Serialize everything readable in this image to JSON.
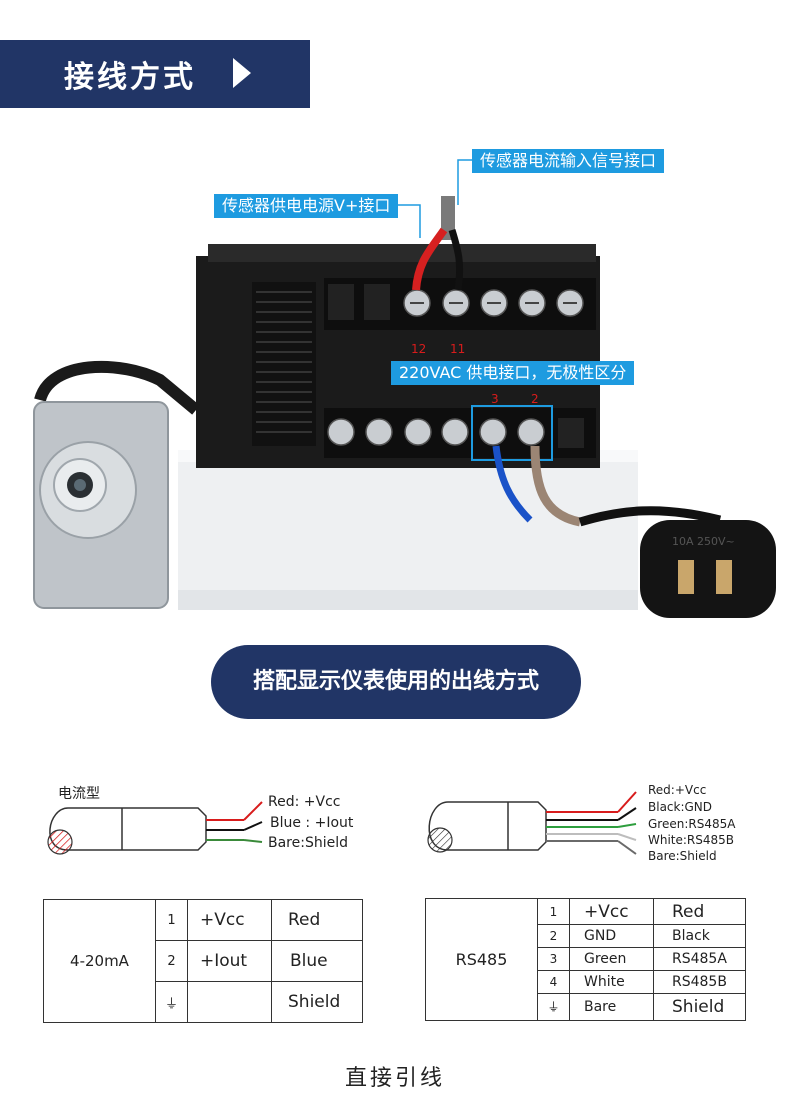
{
  "header": {
    "title": "接线方式",
    "arrow_icon": "play-triangle-icon",
    "bg_color": "#213566"
  },
  "callouts": {
    "sensor_input": "传感器电流输入信号接口",
    "sensor_power": "传感器供电电源V+接口",
    "ac_power": "220VAC 供电接口，无极性区分",
    "color": "#1e9be0"
  },
  "terminal_numbers": {
    "pin12": "12",
    "pin11": "11",
    "pin3": "3",
    "pin2": "2"
  },
  "plug_marking": "10A 250V~",
  "pill": {
    "label": "搭配显示仪表使用的出线方式"
  },
  "current_cable": {
    "type_label": "电流型",
    "wires": [
      {
        "label": "Red: +Vcc",
        "color": "#d81c1c"
      },
      {
        "label": "Blue : +Iout",
        "color": "#111111"
      },
      {
        "label": "Bare:Shield",
        "color": "#3a8a3a"
      }
    ]
  },
  "rs485_cable": {
    "wires": [
      {
        "label": "Red:+Vcc",
        "color": "#d81c1c"
      },
      {
        "label": "Black:GND",
        "color": "#111111"
      },
      {
        "label": "Green:RS485A",
        "color": "#2e9e3e"
      },
      {
        "label": "White:RS485B",
        "color": "#bdbdbd"
      },
      {
        "label": "Bare:Shield",
        "color": "#6a6a6a"
      }
    ]
  },
  "table_current": {
    "signal": "4-20mA",
    "rows": [
      {
        "pin": "1",
        "function": "+Vcc",
        "color": "Red"
      },
      {
        "pin": "2",
        "function": "+Iout",
        "color": "Blue"
      },
      {
        "pin": "⏚",
        "function": "",
        "color": "Shield"
      }
    ]
  },
  "table_rs485": {
    "signal": "RS485",
    "rows": [
      {
        "pin": "1",
        "function": "+Vcc",
        "color": "Red"
      },
      {
        "pin": "2",
        "function": "GND",
        "color": "Black"
      },
      {
        "pin": "3",
        "function": "Green",
        "color": "RS485A"
      },
      {
        "pin": "4",
        "function": "White",
        "color": "RS485B"
      },
      {
        "pin": "⏚",
        "function": "Bare",
        "color": "Shield"
      }
    ]
  },
  "footer": {
    "caption": "直接引线"
  }
}
